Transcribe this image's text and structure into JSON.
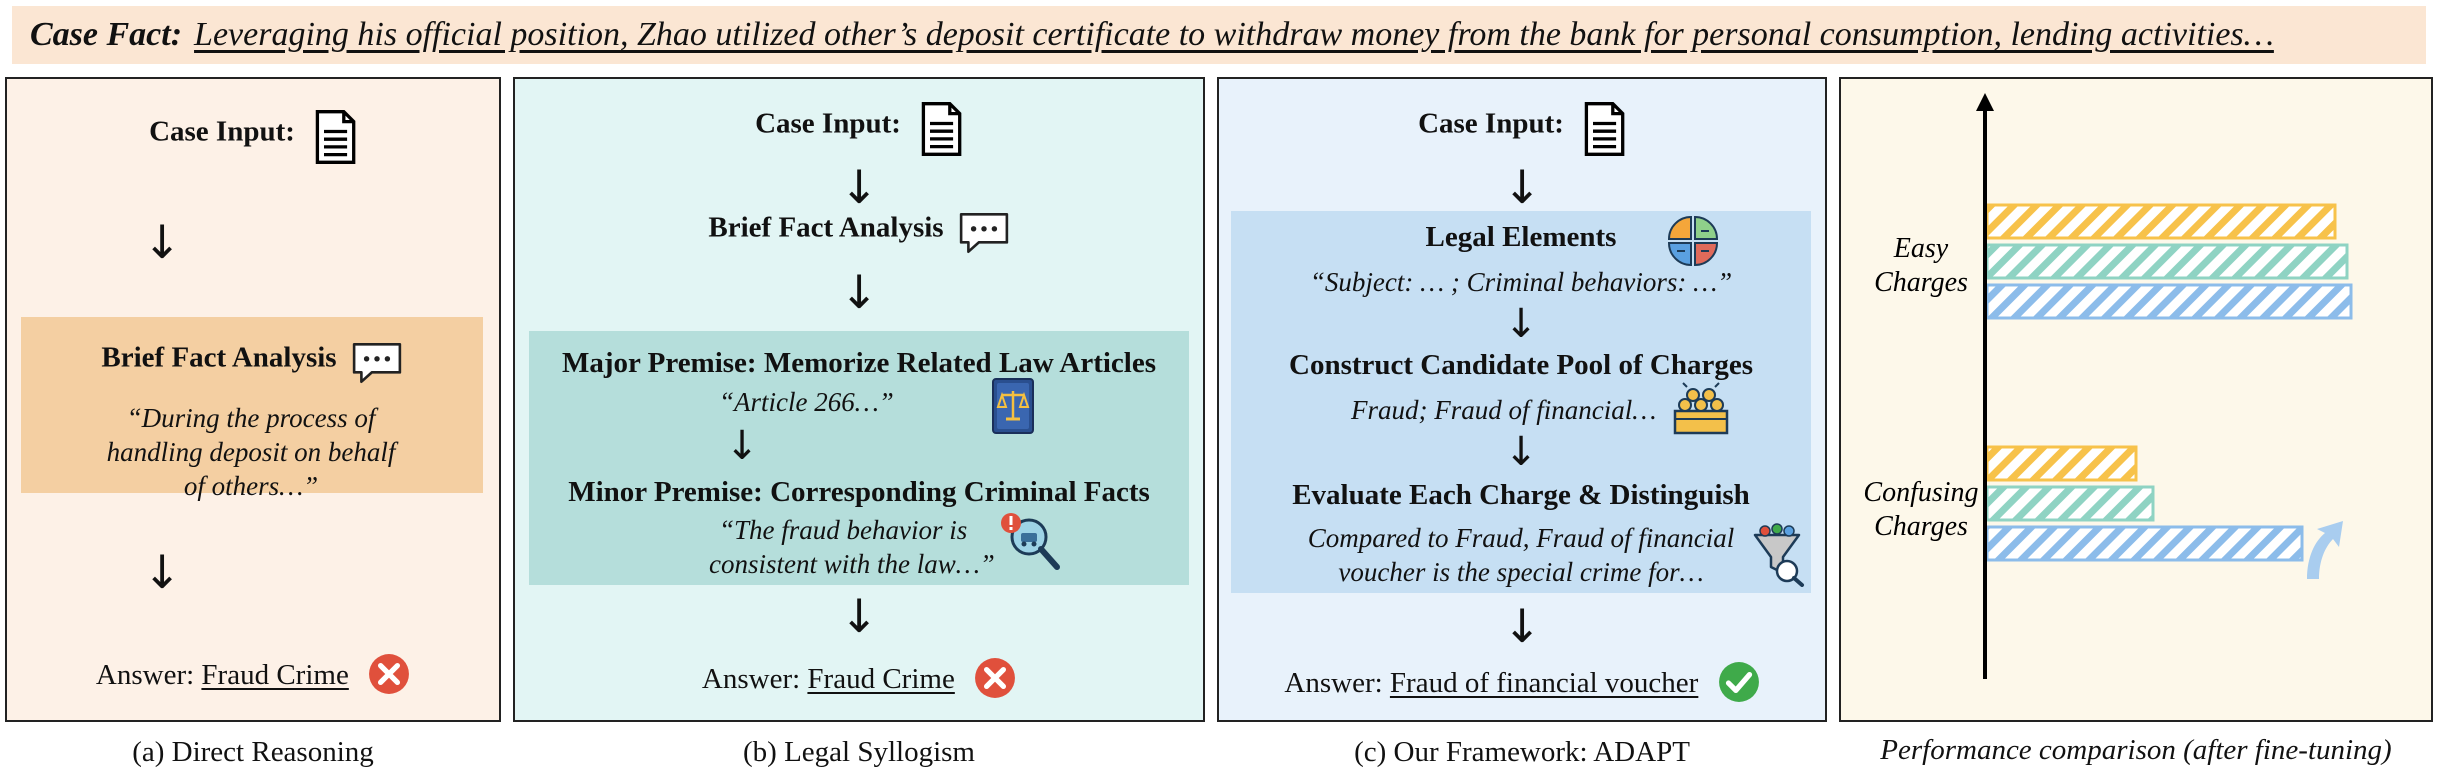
{
  "case_fact": {
    "label": "Case Fact:",
    "text": "Leveraging his official position, Zhao utilized other’s deposit certificate to withdraw money from the bank for personal consumption, lending activities…"
  },
  "panel_a": {
    "case_input": "Case Input:",
    "analysis_title": "Brief Fact Analysis",
    "analysis_quote": "“During the process of handling deposit on behalf of others…”",
    "answer_prefix": "Answer:",
    "answer_value": "Fraud Crime",
    "caption": "(a) Direct Reasoning"
  },
  "panel_b": {
    "case_input": "Case Input:",
    "analysis_title": "Brief Fact Analysis",
    "major_title": "Major Premise: Memorize Related Law Articles",
    "major_quote": "“Article 266…”",
    "minor_title": "Minor Premise: Corresponding Criminal Facts",
    "minor_quote_1": "“The fraud behavior is",
    "minor_quote_2": "consistent with the law…”",
    "answer_prefix": "Answer:",
    "answer_value": "Fraud Crime",
    "caption": "(b) Legal Syllogism"
  },
  "panel_c": {
    "case_input": "Case Input:",
    "elements_title": "Legal Elements",
    "elements_quote": "“Subject: … ; Criminal behaviors: …”",
    "pool_title": "Construct Candidate Pool of Charges",
    "pool_text": "Fraud; Fraud of financial…",
    "eval_title": "Evaluate Each Charge & Distinguish",
    "eval_text_1": "Compared to Fraud, Fraud of financial",
    "eval_text_2": "voucher is the special crime for…",
    "answer_prefix": "Answer:",
    "answer_value": "Fraud of financial voucher",
    "caption": "(c) Our Framework: ADAPT"
  },
  "chart_data": {
    "type": "bar",
    "orientation": "horizontal",
    "categories": [
      "Easy Charges",
      "Confusing Charges"
    ],
    "category_lines": [
      [
        "Easy",
        "Charges"
      ],
      [
        "Confusing",
        "Charges"
      ]
    ],
    "series": [
      {
        "color": "#f7c24a",
        "values": [
          0.84,
          0.36
        ]
      },
      {
        "color": "#8fd3c3",
        "values": [
          0.87,
          0.4
        ]
      },
      {
        "color": "#8cbcea",
        "values": [
          0.88,
          0.76
        ]
      }
    ],
    "caption": "Performance comparison (after fine-tuning)",
    "axis": "vertical arrow only, no ticks"
  },
  "colors": {
    "panel_a_bg": "#fdf1e7",
    "panel_a_box": "#f4cfa2",
    "panel_b_bg": "#e2f5f4",
    "panel_b_box": "#b5dedb",
    "panel_c_bg": "#e8f2fb",
    "panel_c_box": "#c6dff3",
    "panel_d_bg": "#fdf8ea",
    "wrong": "#e0503c",
    "right": "#3faa4a"
  },
  "icons": {
    "document": "document-icon",
    "chat": "chat-bubble-icon",
    "law_book": "law-book-icon",
    "magnifier": "magnifier-warning-icon",
    "elements": "petal-elements-icon",
    "pool": "candidate-pool-icon",
    "evaluate": "evaluate-people-icon",
    "wrong": "cross-icon",
    "right": "check-icon",
    "up_arrow": "up-arrow-icon"
  }
}
